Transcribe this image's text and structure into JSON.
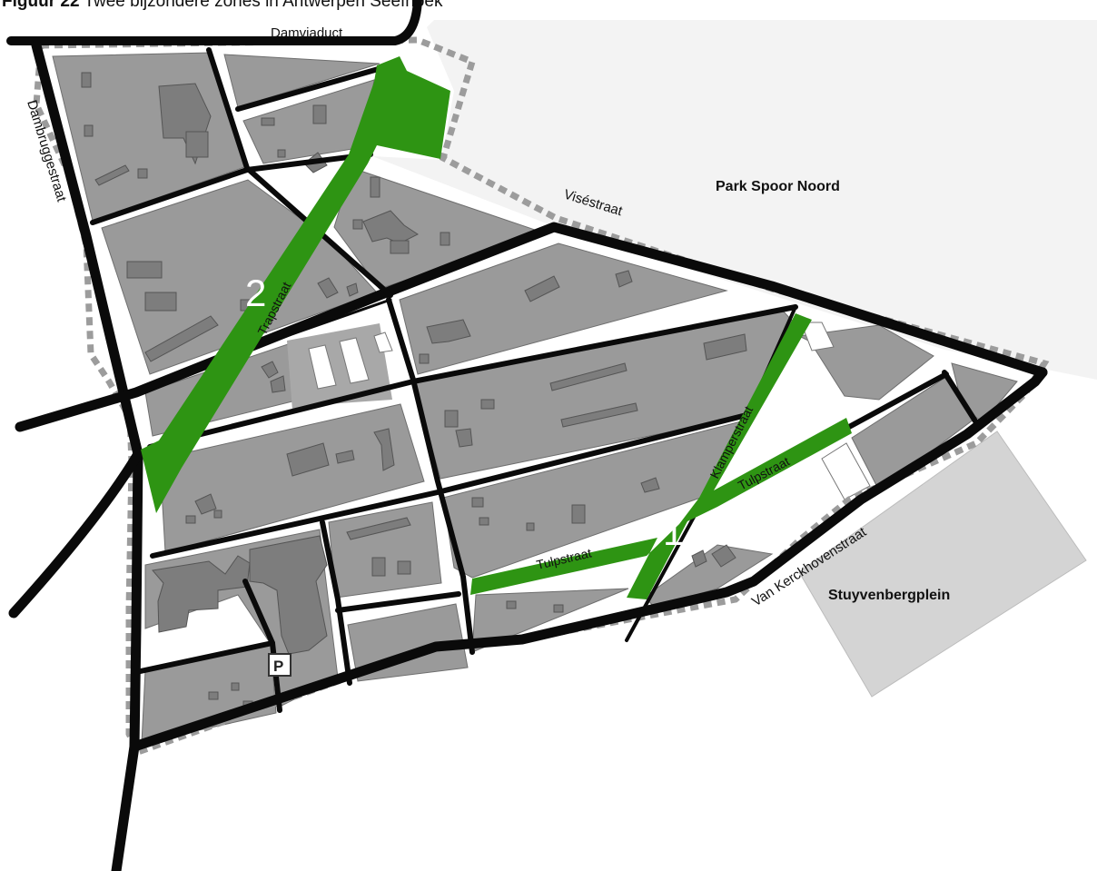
{
  "caption": {
    "prefix": "Figuur 22",
    "text": " Twee bijzondere zones in Antwerpen Seefhoek"
  },
  "places": {
    "park": "Park Spoor Noord",
    "square": "Stuyvenbergplein"
  },
  "streets": {
    "damviaduct": "Damviaduct",
    "dambruggestraat": "Dambruggestraat",
    "visestraat": "Viséstraat",
    "vankerckhovenstraat": "Van Kerckhovenstraat",
    "trapstraat": "Trapstraat",
    "klamperstraat": "Klamperstraat",
    "tulpstraat_west": "Tulpstraat",
    "tulpstraat_east": "Tulpstraat"
  },
  "zones": {
    "zone_1": "1",
    "zone_2": "2"
  },
  "parking": {
    "label": "P"
  },
  "colors": {
    "green_zone": "#2e9413",
    "blocks": "#9a9a9a",
    "buildings": "#7d7d7d",
    "roads": "#0a0a0a",
    "park": "#f3f3f3",
    "square": "#d4d4d4",
    "boundary": "#9c9c9c"
  }
}
